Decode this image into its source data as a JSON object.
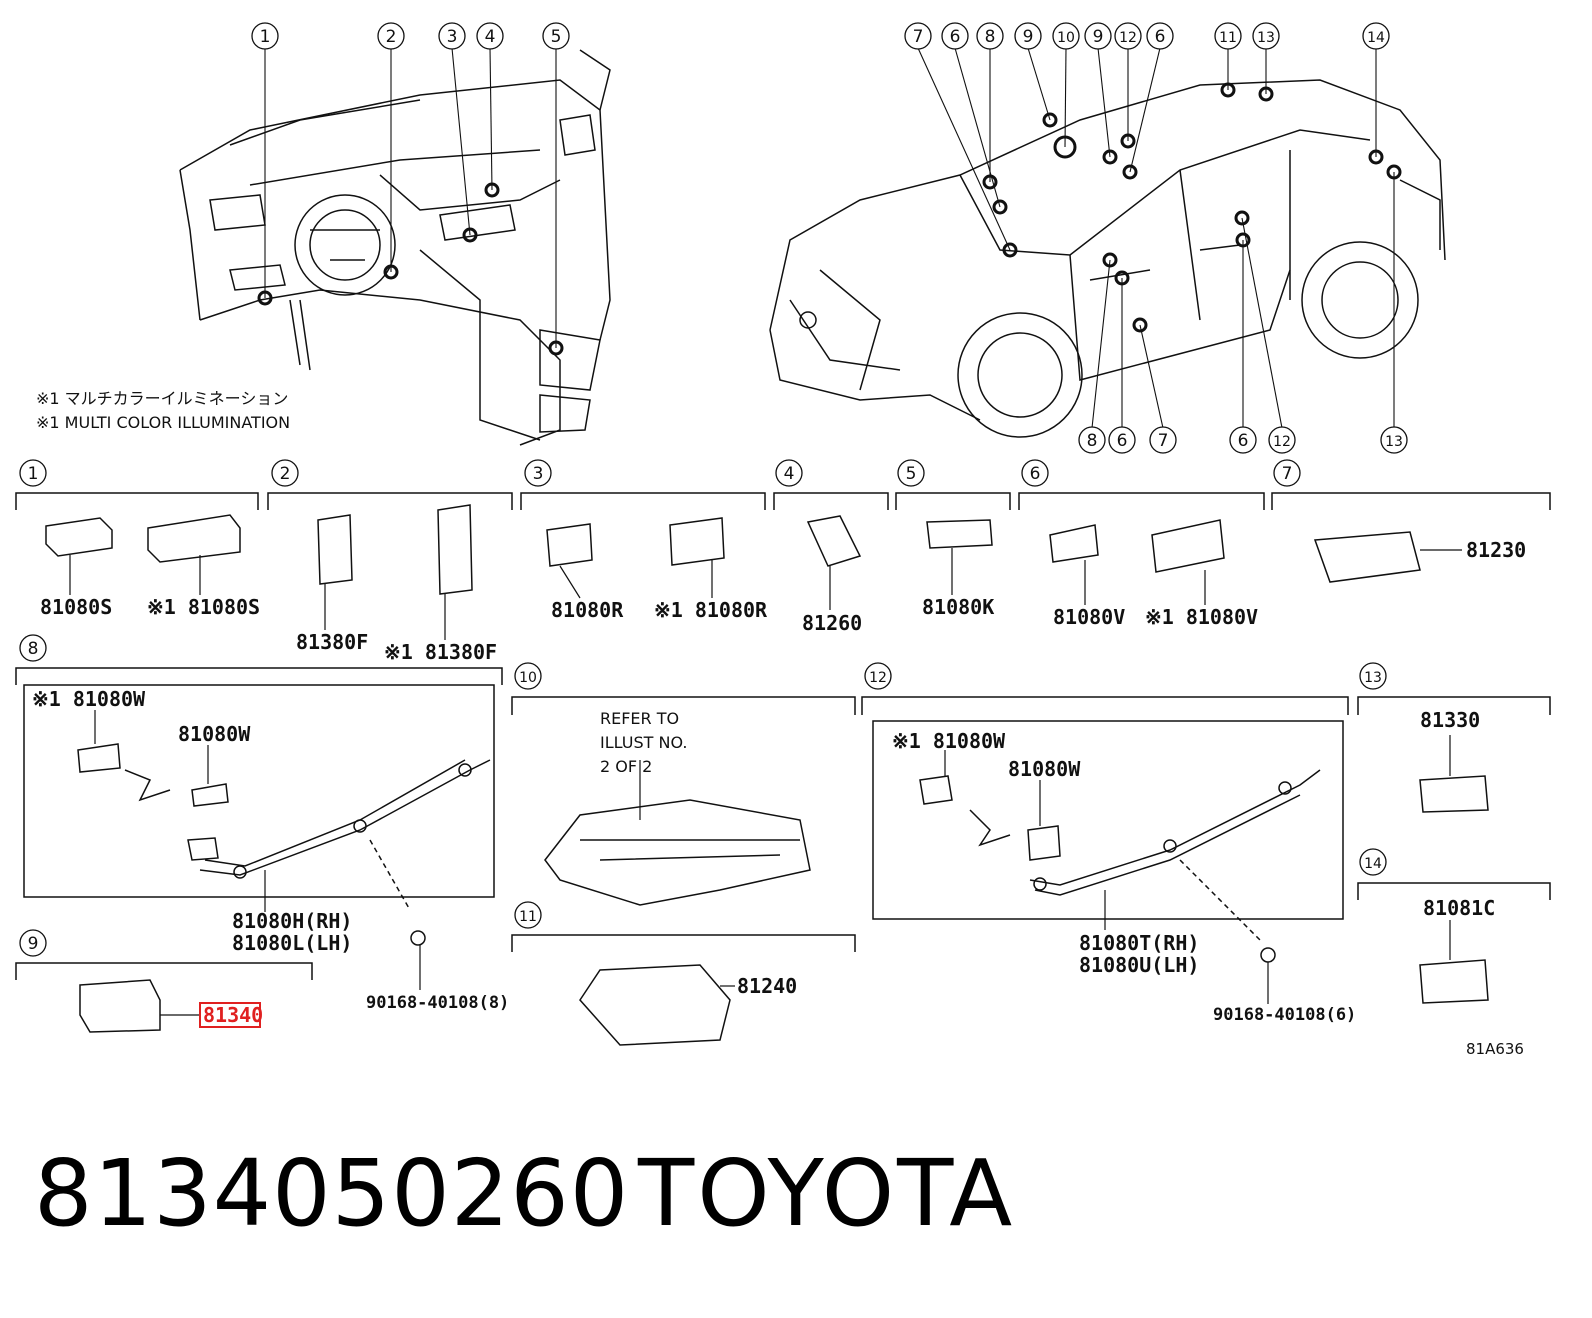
{
  "callouts_top_left": [
    "1",
    "2",
    "3",
    "4",
    "5"
  ],
  "callouts_top_right": [
    "7",
    "6",
    "8",
    "9",
    "10",
    "9",
    "12",
    "6",
    "11",
    "13",
    "14"
  ],
  "callouts_bottom_right": [
    "8",
    "6",
    "7",
    "6",
    "12",
    "13"
  ],
  "notes": {
    "jp": "※1 マルチカラーイルミネーション",
    "en": "※1 MULTI COLOR ILLUMINATION"
  },
  "sections": {
    "s1": {
      "num": "1",
      "parts": [
        "81080S",
        "※1 81080S"
      ]
    },
    "s2": {
      "num": "2",
      "parts": [
        "81380F",
        "※1 81380F"
      ]
    },
    "s3": {
      "num": "3",
      "parts": [
        "81080R",
        "※1 81080R"
      ]
    },
    "s4": {
      "num": "4",
      "parts": [
        "81260"
      ]
    },
    "s5": {
      "num": "5",
      "parts": [
        "81080K"
      ]
    },
    "s6": {
      "num": "6",
      "parts": [
        "81080V",
        "※1 81080V"
      ]
    },
    "s7": {
      "num": "7",
      "parts": [
        "81230"
      ]
    },
    "s8": {
      "num": "8",
      "parts": [
        "※1 81080W",
        "81080W",
        "81080H(RH)",
        "81080L(LH)",
        "90168-40108(8)"
      ]
    },
    "s9": {
      "num": "9",
      "parts": [
        "81340"
      ]
    },
    "s10": {
      "num": "10",
      "refer": [
        "REFER TO",
        "ILLUST NO.",
        "2 OF 2"
      ]
    },
    "s11": {
      "num": "11",
      "parts": [
        "81240"
      ]
    },
    "s12": {
      "num": "12",
      "parts": [
        "※1 81080W",
        "81080W",
        "81080T(RH)",
        "81080U(LH)",
        "90168-40108(6)"
      ]
    },
    "s13": {
      "num": "13",
      "parts": [
        "81330"
      ]
    },
    "s14": {
      "num": "14",
      "parts": [
        "81081C"
      ]
    }
  },
  "highlight_color": "#e02020",
  "illustration_ref": "81A636",
  "footer": {
    "part_number": "8134050260",
    "brand": "TOYOTA"
  }
}
